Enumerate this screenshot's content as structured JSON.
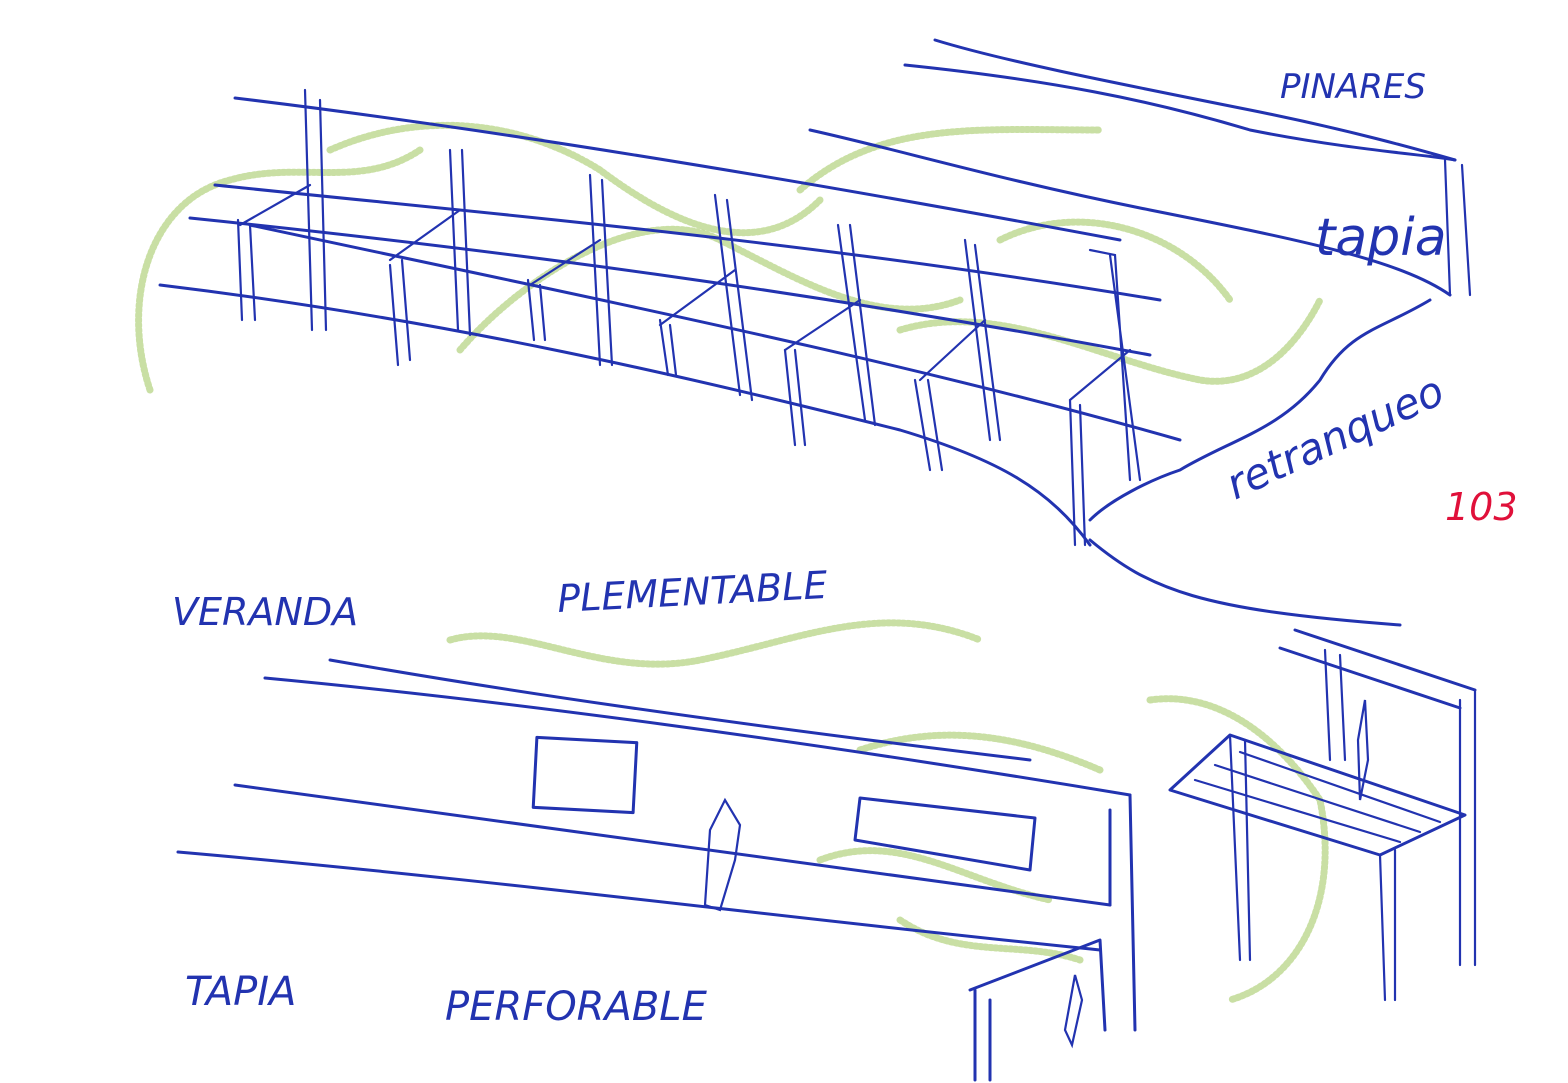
{
  "sketch": {
    "labels": {
      "pinares": "PINARES",
      "tapia_top": "tapia",
      "retranqueo": "retranqueo",
      "page_number": "103",
      "veranda": "VERANDA",
      "plementable": "PLEMENTABLE",
      "tapia_bottom": "TAPIA",
      "perforable": "PERFORABLE"
    },
    "colors": {
      "ink": "#2233b0",
      "crayon": "#9cc45a",
      "page_number": "#e0103a"
    }
  }
}
